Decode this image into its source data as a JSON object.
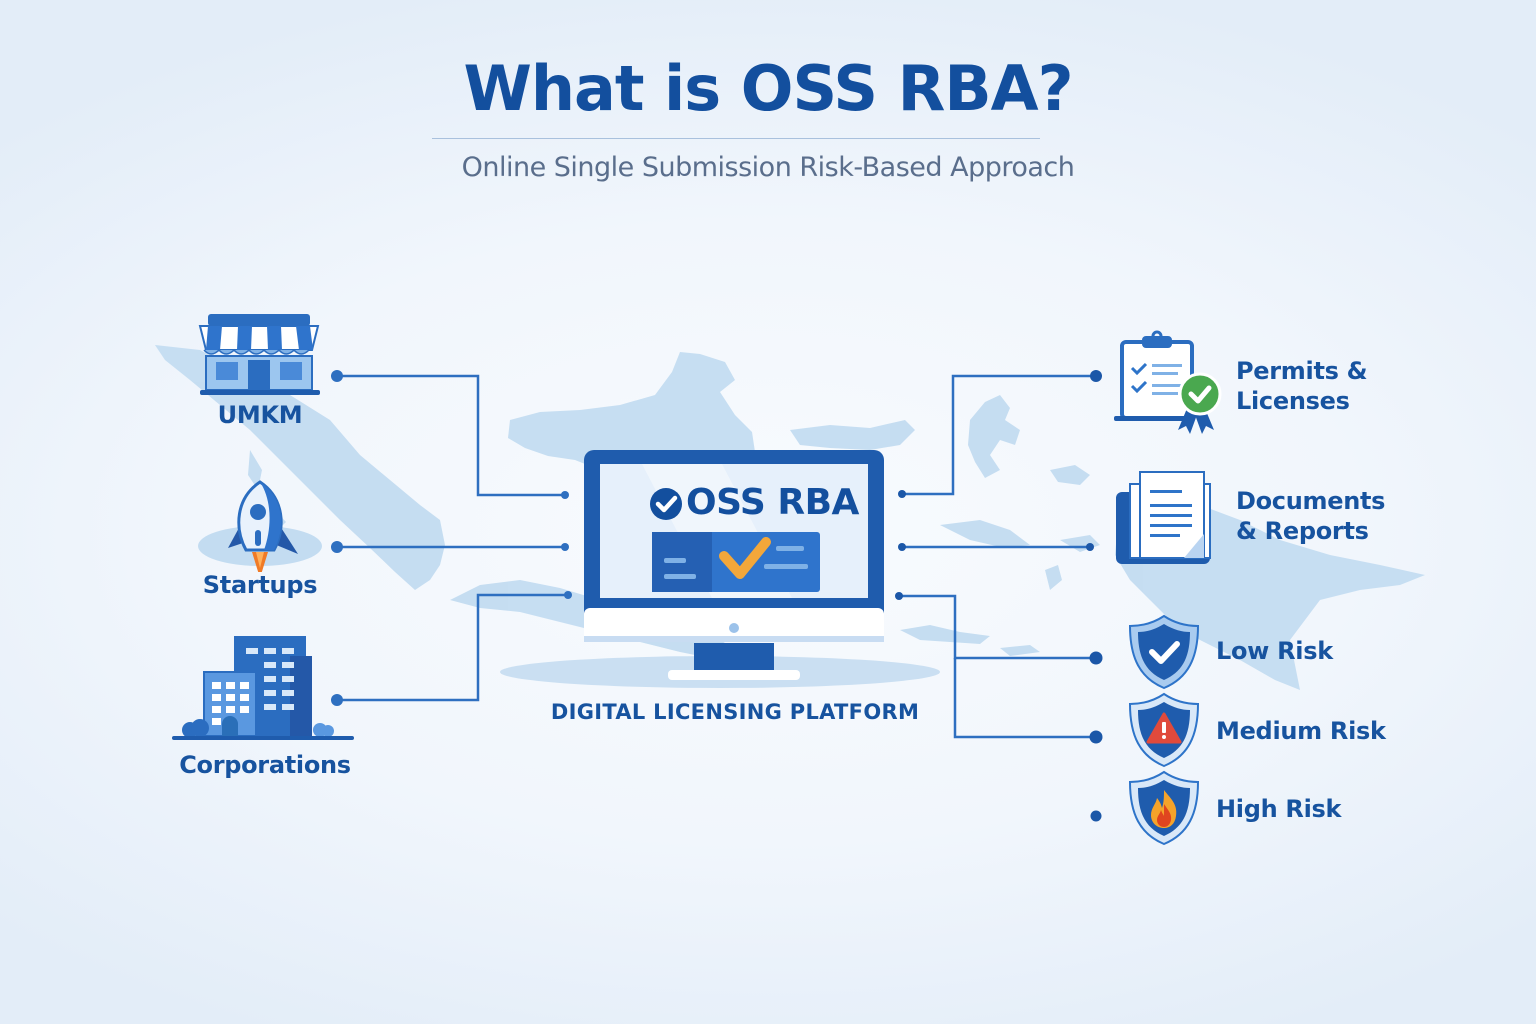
{
  "header": {
    "title": "What is OSS RBA?",
    "subtitle": "Online Single Submission Risk-Based Approach"
  },
  "colors": {
    "primary": "#134f9e",
    "accent_blue": "#2e74c9",
    "map_fill": "#c3dcf1",
    "subtitle_gray": "#5a6e8c",
    "check_orange": "#f3a73a",
    "badge_green": "#4aa84f",
    "alert_red": "#e04a3c",
    "flame_orange": "#f37a22"
  },
  "left_entities": [
    {
      "label": "UMKM",
      "icon": "storefront-icon"
    },
    {
      "label": "Startups",
      "icon": "rocket-icon"
    },
    {
      "label": "Corporations",
      "icon": "office-buildings-icon"
    }
  ],
  "center": {
    "screen_title": "OSS RBA",
    "screen_icon": "check-circle-icon",
    "card_icon": "checkmark-icon",
    "label": "DIGITAL LICENSING PLATFORM"
  },
  "right_outputs": [
    {
      "label_line1": "Permits &",
      "label_line2": "Licenses",
      "icon": "clipboard-certified-icon"
    },
    {
      "label_line1": "Documents",
      "label_line2": "& Reports",
      "icon": "documents-icon"
    }
  ],
  "risk_levels": [
    {
      "label": "Low Risk",
      "icon": "shield-check-icon"
    },
    {
      "label": "Medium Risk",
      "icon": "shield-alert-icon"
    },
    {
      "label": "High Risk",
      "icon": "shield-fire-icon"
    }
  ]
}
